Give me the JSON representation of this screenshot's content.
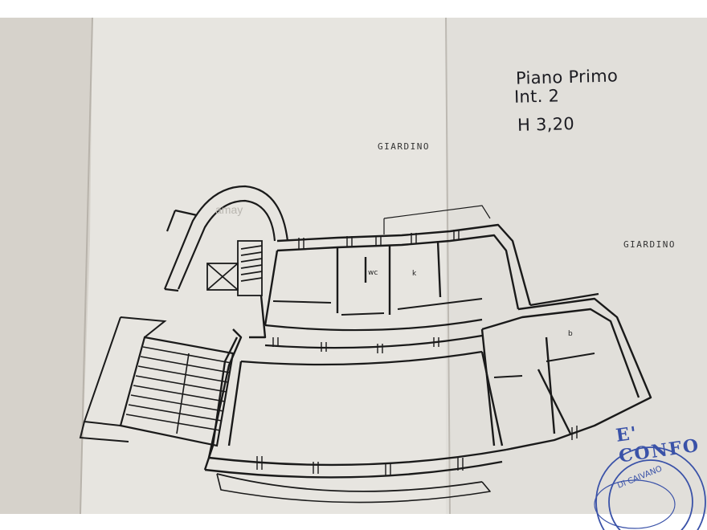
{
  "header": {
    "floor": "Piano Primo",
    "unit": "Int. 2",
    "height": "H 3,20"
  },
  "labels": {
    "garden_top": "GIARDINO",
    "garden_right": "GIARDINO"
  },
  "rooms": {
    "wc": "wc",
    "kitchen": "k",
    "bedroom": "b"
  },
  "stamp": {
    "text": "E' CONFO",
    "seal_text": "DI CAIVANO"
  },
  "watermark": "amay",
  "colors": {
    "paper_left": "#d9d5ce",
    "paper_main": "#e5e3de",
    "ink": "#1a1a1a",
    "stamp_blue": "#3a52a8"
  }
}
